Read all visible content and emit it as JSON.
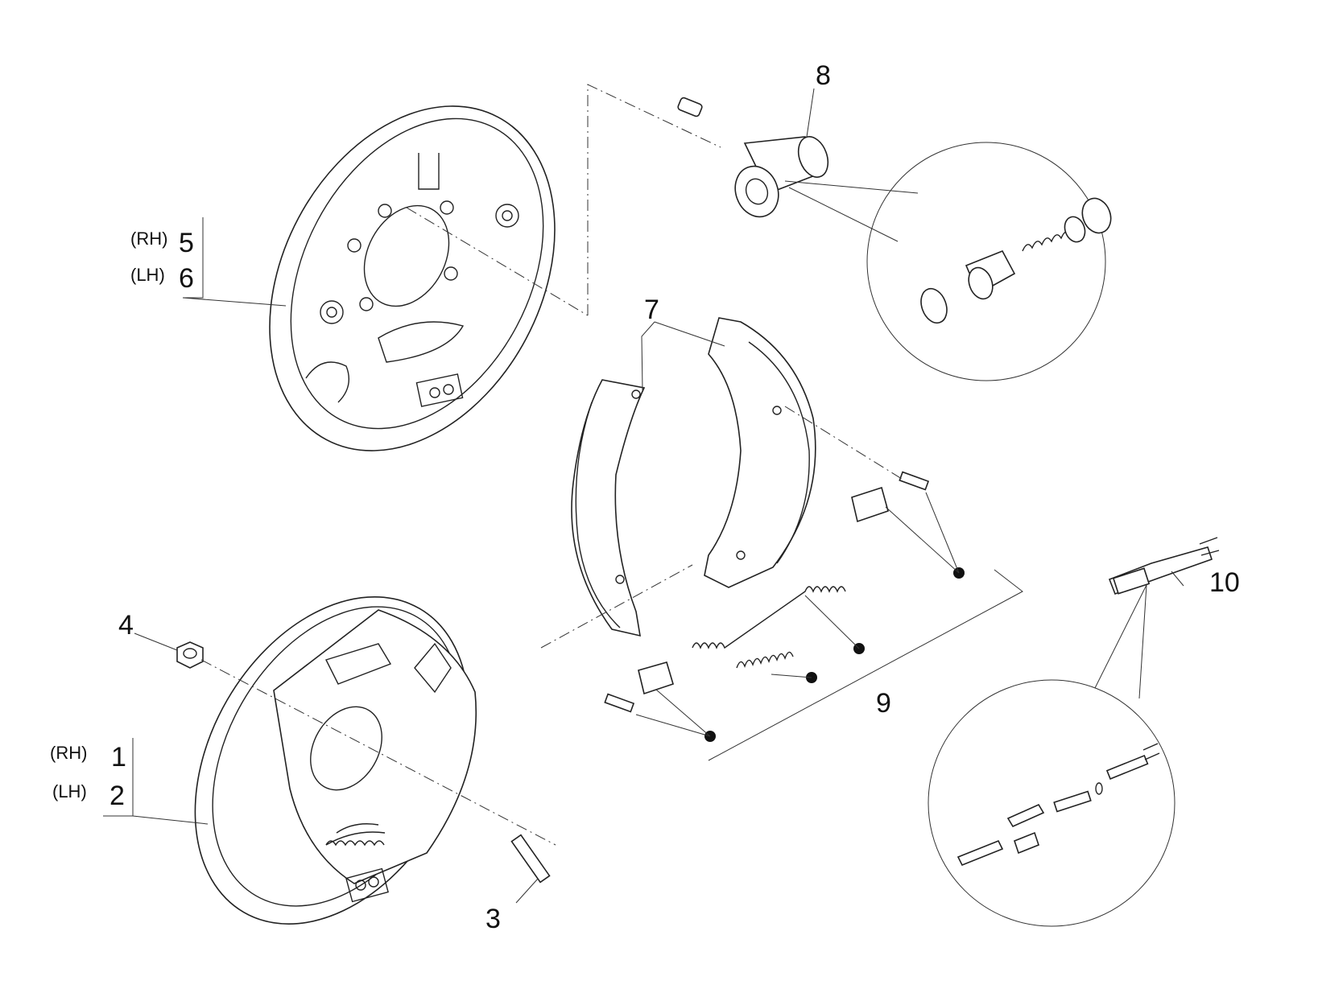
{
  "diagram": {
    "callouts": {
      "p1": "1",
      "p2": "2",
      "p3": "3",
      "p4": "4",
      "p5": "5",
      "p6": "6",
      "p7": "7",
      "p8": "8",
      "p9": "9",
      "p10": "10",
      "rh_a": "(RH)",
      "lh_a": "(LH)",
      "rh_b": "(RH)",
      "lh_b": "(LH)"
    }
  }
}
